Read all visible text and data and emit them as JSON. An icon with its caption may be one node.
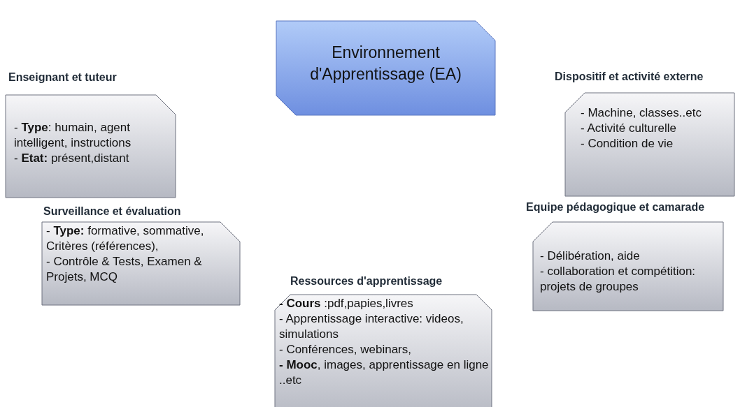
{
  "diagram": {
    "nodes": [
      {
        "text": [
          "Environnement d'Apprentissage (EA)"
        ]
      },
      {
        "text": [
          "Enseignant et tuteur",
          "- **Type**: humain, agent intelligent, instructions",
          "- **Etat:** présent,distant"
        ]
      },
      {
        "text": [
          "Surveillance et évaluation",
          "- **Type:** formative, sommative, Critères (références),",
          "- Contrôle & Tests, Examen & Projets, MCQ"
        ]
      },
      {
        "text": [
          "Ressources d'apprentissage",
          "**- Cours** :pdf,papies,livres",
          "- Apprentissage interactive: videos, simulations",
          "- Conférences, webinars,",
          "**- Mooc**, images, apprentissage en ligne ..etc"
        ]
      },
      {
        "text": [
          "Dispositif et activité externe",
          "- Machine, classes..etc",
          "- Activité culturelle",
          "- Condition de vie"
        ]
      },
      {
        "text": [
          "Equipe pédagogique et camarade",
          "- Délibération, aide",
          "- collaboration et compétition: projets de groupes"
        ]
      }
    ]
  }
}
